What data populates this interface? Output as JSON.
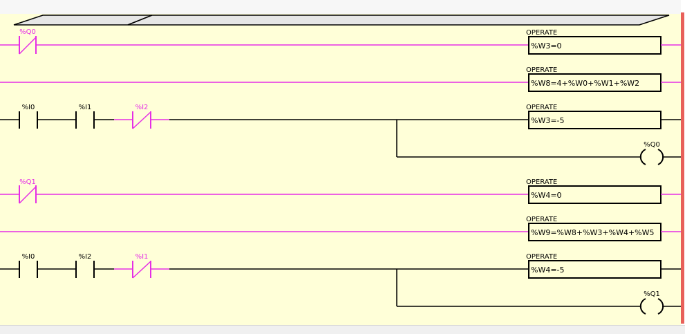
{
  "colors": {
    "background": "#ffffd8",
    "energized": "#e52ee5",
    "deenergized": "#000000",
    "right_rail": "#e8605a"
  },
  "rungs": [
    {
      "contacts": [
        {
          "label": "%Q0",
          "type": "normally-closed",
          "state": "energized"
        }
      ],
      "operate": {
        "header": "OPERATE",
        "expression": "%W3=0"
      },
      "state": "energized"
    },
    {
      "contacts": [],
      "operate": {
        "header": "OPERATE",
        "expression": "%W8=4+%W0+%W1+%W2"
      },
      "state": "energized"
    },
    {
      "contacts": [
        {
          "label": "%I0",
          "type": "normally-open",
          "state": "deenergized"
        },
        {
          "label": "%I1",
          "type": "normally-open",
          "state": "deenergized"
        },
        {
          "label": "%I2",
          "type": "normally-closed",
          "state": "energized"
        }
      ],
      "operate": {
        "header": "OPERATE",
        "expression": "%W3=-5"
      },
      "coil": {
        "label": "%Q0",
        "type": "coil"
      },
      "state": "deenergized"
    },
    {
      "contacts": [
        {
          "label": "%Q1",
          "type": "normally-closed",
          "state": "energized"
        }
      ],
      "operate": {
        "header": "OPERATE",
        "expression": "%W4=0"
      },
      "state": "energized"
    },
    {
      "contacts": [],
      "operate": {
        "header": "OPERATE",
        "expression": "%W9=%W8+%W3+%W4+%W5"
      },
      "state": "energized"
    },
    {
      "contacts": [
        {
          "label": "%I0",
          "type": "normally-open",
          "state": "deenergized"
        },
        {
          "label": "%I2",
          "type": "normally-open",
          "state": "deenergized"
        },
        {
          "label": "%I1",
          "type": "normally-closed",
          "state": "energized"
        }
      ],
      "operate": {
        "header": "OPERATE",
        "expression": "%W4=-5"
      },
      "coil": {
        "label": "%Q1",
        "type": "coil"
      },
      "state": "deenergized"
    }
  ]
}
